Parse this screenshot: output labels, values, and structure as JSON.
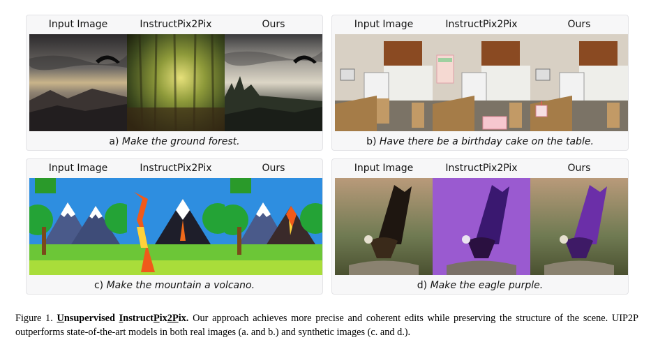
{
  "column_headers": [
    "Input Image",
    "InstructPix2Pix",
    "Ours"
  ],
  "panels": [
    {
      "label": "a)",
      "instruction": "Make the ground forest."
    },
    {
      "label": "b)",
      "instruction": "Have there be a birthday cake on the table."
    },
    {
      "label": "c)",
      "instruction": "Make the mountain a volcano."
    },
    {
      "label": "d)",
      "instruction": "Make the eagle purple."
    }
  ],
  "figure_caption": {
    "figure_number": "Figure 1.",
    "title_parts": [
      "U",
      "nsupervised ",
      "I",
      "nstruct",
      "P",
      "ix",
      "2",
      "P",
      "ix."
    ],
    "body": "Our approach achieves more precise and coherent edits while preserving the structure of the scene. UIP2P outperforms state-of-the-art models in both real images (a. and b.) and synthetic images (c. and d.)."
  },
  "colors": {
    "panel_bg": "#f7f7f8",
    "panel_border": "#e3e3e6",
    "eagle_purple": "#6b2fa8",
    "purple_background": "#9a5ad0"
  }
}
